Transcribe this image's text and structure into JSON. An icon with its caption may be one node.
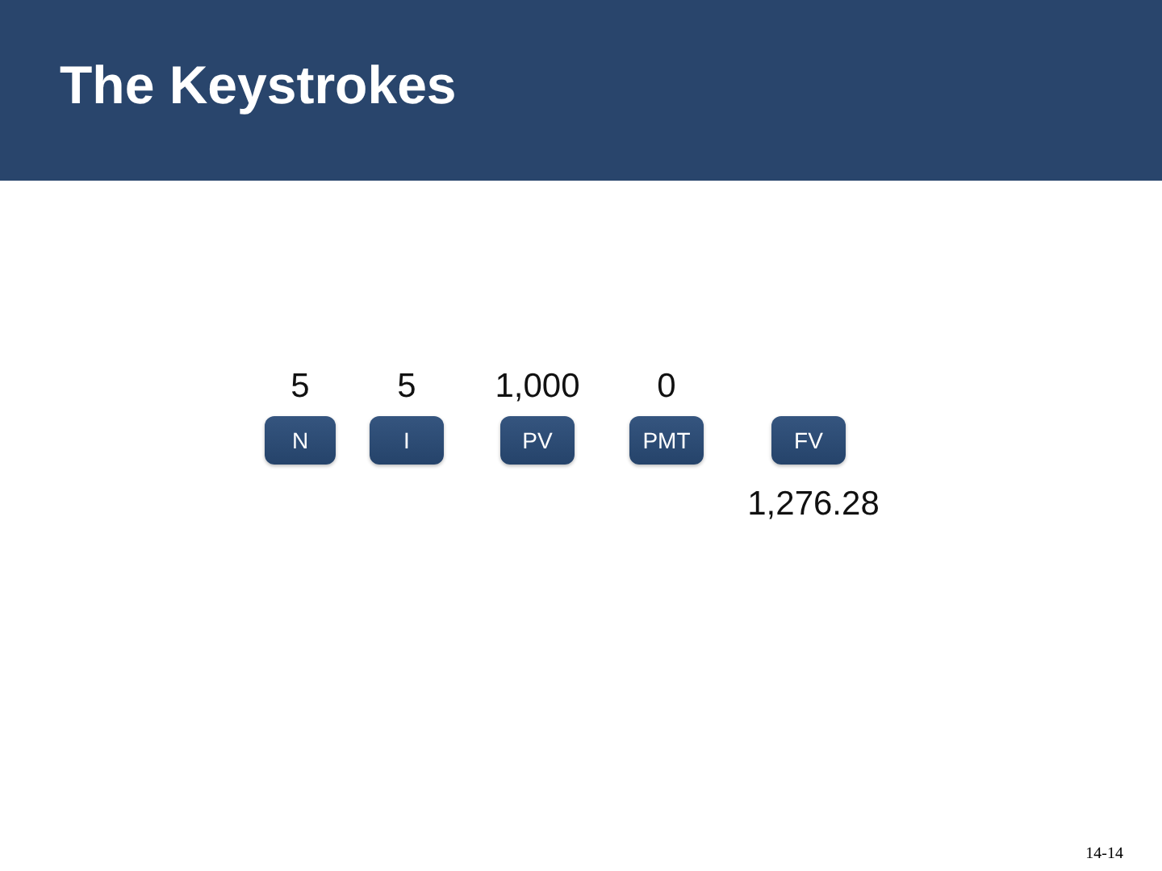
{
  "diagram": {
    "title": "The Keystrokes",
    "nodes": [
      {
        "text": [
          "N"
        ],
        "beside": [
          "5"
        ]
      },
      {
        "text": [
          "I"
        ],
        "beside": [
          "5"
        ]
      },
      {
        "text": [
          "PV"
        ],
        "beside": [
          "1,000"
        ]
      },
      {
        "text": [
          "PMT"
        ],
        "beside": [
          "0"
        ]
      },
      {
        "text": [
          "FV"
        ],
        "beside": [
          "1,276.28"
        ]
      }
    ],
    "labels": [
      "14-14"
    ]
  }
}
